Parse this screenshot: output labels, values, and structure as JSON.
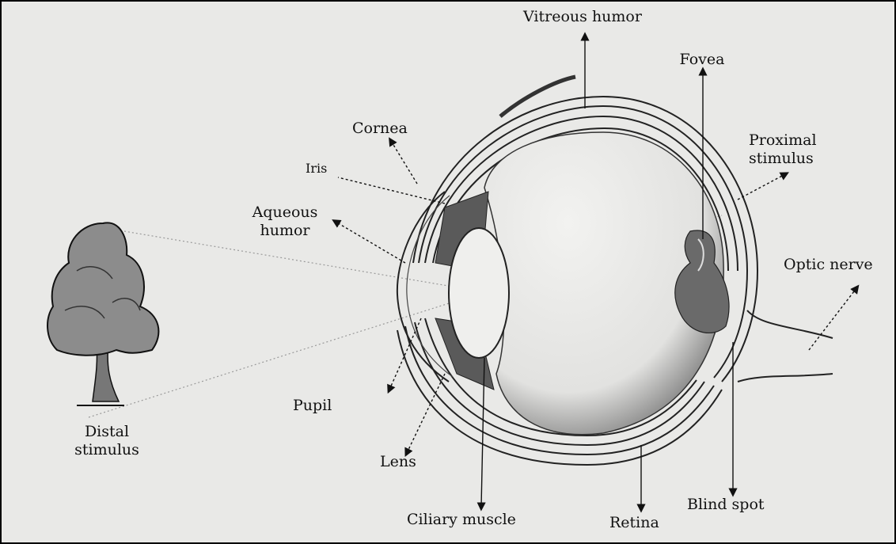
{
  "labels": {
    "vitreous_humor": "Vitreous humor",
    "fovea": "Fovea",
    "cornea": "Cornea",
    "proximal_stimulus_1": "Proximal",
    "proximal_stimulus_2": "stimulus",
    "iris": "Iris",
    "aqueous_humor_1": "Aqueous",
    "aqueous_humor_2": "humor",
    "optic_nerve": "Optic nerve",
    "pupil": "Pupil",
    "distal_stimulus_1": "Distal",
    "distal_stimulus_2": "stimulus",
    "lens": "Lens",
    "ciliary_muscle": "Ciliary muscle",
    "retina": "Retina",
    "blind_spot": "Blind spot"
  },
  "colors": {
    "ink": "#111111",
    "paper": "#e9e9e7",
    "shade": "#555555"
  }
}
